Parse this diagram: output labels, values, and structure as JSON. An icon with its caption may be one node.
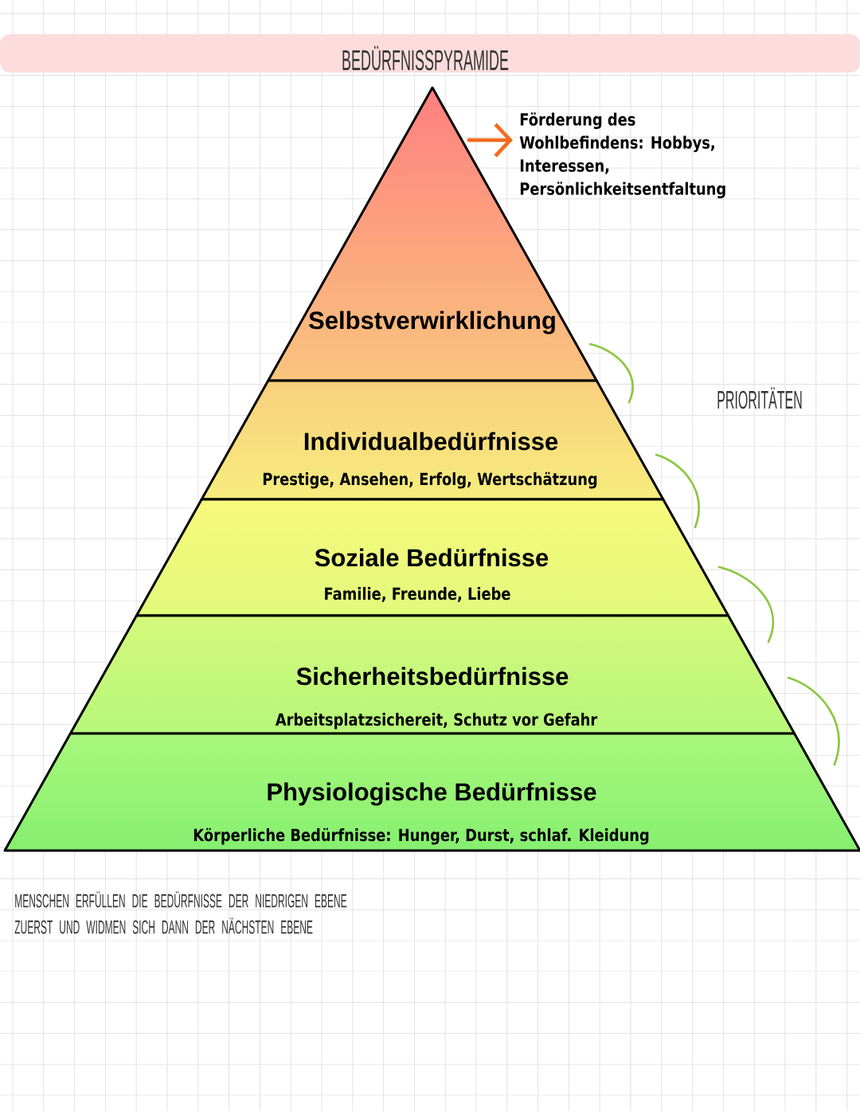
{
  "diagram": {
    "title": "BEDÜRFNISSPYRAMIDE",
    "nodes": [
      {
        "text": [
          "Selbstverwirklichung"
        ]
      },
      {
        "text": [
          "Individualbedürfnisse",
          "Prestige, Ansehen, Erfolg, Wertschätzung"
        ]
      },
      {
        "text": [
          "Soziale Bedürfnisse",
          "Familie, Freunde, Liebe"
        ]
      },
      {
        "text": [
          "Sicherheitsbedürfnisse",
          "Arbeitsplatzsichereit, Schutz vor Gefahr"
        ]
      },
      {
        "text": [
          "Physiologische Bedürfnisse",
          "Körperliche Bedürfnisse: Hunger, Durst, schlaf. Kleidung"
        ]
      },
      {
        "text": [
          "Förderung des Wohlbefindens: Hobbys, Interessen, Persönlichkeitsentfaltung"
        ]
      }
    ],
    "edges": [
      {
        "from": 0,
        "to": 5,
        "arrow": "to",
        "color": "#f26b1d"
      },
      {
        "from": 0,
        "to": 1,
        "arrow": "none",
        "color": "#8cc63f"
      },
      {
        "from": 1,
        "to": 2,
        "arrow": "none",
        "color": "#8cc63f"
      },
      {
        "from": 2,
        "to": 3,
        "arrow": "none",
        "color": "#8cc63f"
      },
      {
        "from": 3,
        "to": 4,
        "arrow": "none",
        "color": "#8cc63f"
      }
    ],
    "labels": [
      "PRIORITÄTEN",
      "MENSCHEN ERFÜLLEN DIE BEDÜRFNISSE DER NIEDRIGEN EBENE ZUERST UND WIDMEN SICH DANN DER NÄCHSTEN EBENE"
    ]
  }
}
